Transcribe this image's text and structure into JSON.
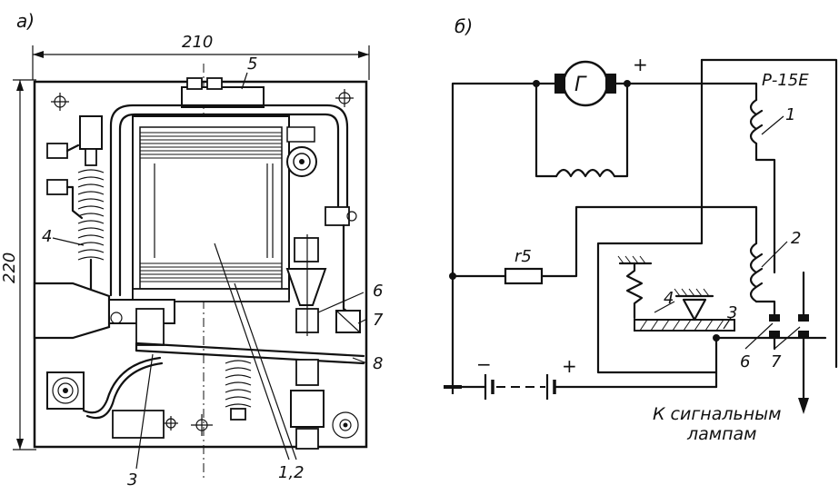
{
  "left_panel": {
    "label": "а)",
    "dim_width": "210",
    "dim_height": "220",
    "callouts": {
      "c5": "5",
      "c4": "4",
      "c6": "6",
      "c7": "7",
      "c8": "8",
      "c3": "3",
      "c12": "1,2"
    }
  },
  "right_panel": {
    "label": "б)",
    "relay_name": "Р-15Е",
    "generator": "Г",
    "plus_gen": "+",
    "resistor": "r5",
    "minus_bat": "−",
    "plus_bat": "+",
    "callouts": {
      "c1": "1",
      "c2": "2",
      "c3": "3",
      "c4": "4",
      "c6": "6",
      "c7": "7"
    },
    "output_caption_line1": "К сигнальным",
    "output_caption_line2": "лампам"
  }
}
